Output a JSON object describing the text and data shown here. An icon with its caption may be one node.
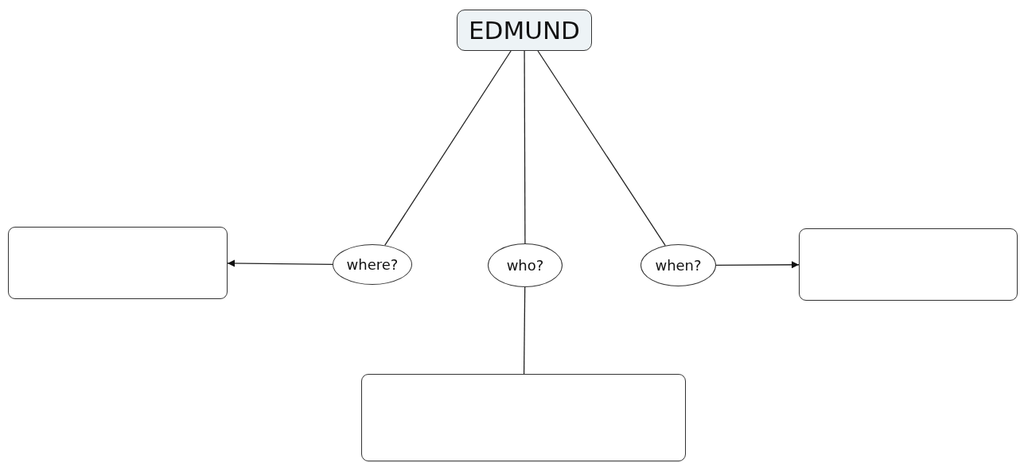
{
  "diagram": {
    "nodes": [
      {
        "text": [
          "EDMUND"
        ]
      },
      {
        "text": [
          "where?"
        ]
      },
      {
        "text": [
          "who?"
        ]
      },
      {
        "text": [
          "when?"
        ]
      },
      {
        "text": [],
        "shape": "box"
      },
      {
        "text": [],
        "shape": "box"
      },
      {
        "text": [],
        "shape": "box"
      }
    ],
    "edges": [
      {
        "from": 0,
        "to": 1,
        "arrow": "none"
      },
      {
        "from": 0,
        "to": 2,
        "arrow": "none"
      },
      {
        "from": 0,
        "to": 3,
        "arrow": "none"
      },
      {
        "from": 1,
        "to": 4,
        "arrow": "to"
      },
      {
        "from": 3,
        "to": 5,
        "arrow": "to"
      },
      {
        "from": 2,
        "to": 6,
        "arrow": "none"
      }
    ]
  }
}
